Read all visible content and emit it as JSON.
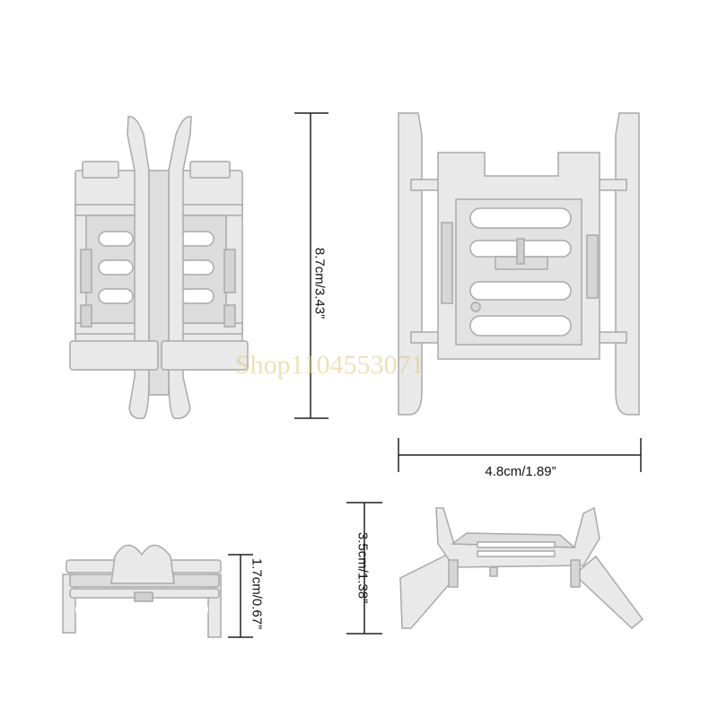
{
  "dimensions": {
    "height_label": "8.7cm/3.43”",
    "width_label": "4.8cm/1.89”",
    "depth_label": "3.5cm/1.38”",
    "folded_label": "1.7cm/0.67”"
  },
  "watermark": "Shop1104553071",
  "colors": {
    "product_fill": "#e9e9e9",
    "product_stroke": "#a9a9a9",
    "product_shadow": "#cfcfcf",
    "dimension_line": "#222222"
  }
}
